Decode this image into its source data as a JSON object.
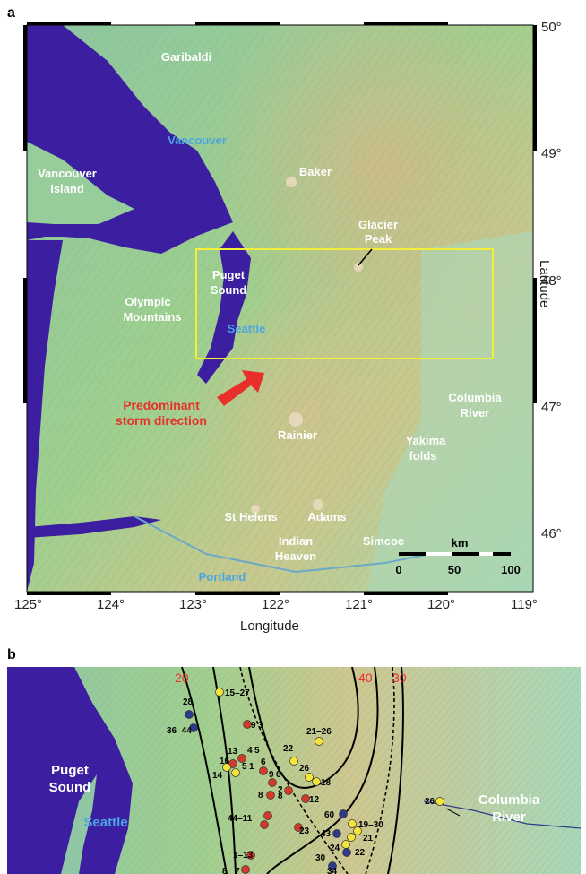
{
  "panel_a": {
    "letter": "a",
    "place_labels": {
      "garibaldi": "Garibaldi",
      "vancouver": "Vancouver",
      "vancouver_island_1": "Vancouver",
      "vancouver_island_2": "Island",
      "baker": "Baker",
      "glacier_peak_1": "Glacier",
      "glacier_peak_2": "Peak",
      "puget_sound_1": "Puget",
      "puget_sound_2": "Sound",
      "olympic_1": "Olympic",
      "olympic_2": "Mountains",
      "seattle": "Seattle",
      "storm_1": "Predominant",
      "storm_2": "storm direction",
      "columbia_1": "Columbia",
      "columbia_2": "River",
      "rainier": "Rainier",
      "yakima_1": "Yakima",
      "yakima_2": "folds",
      "st_helens": "St Helens",
      "adams": "Adams",
      "indian_heaven_1": "Indian",
      "indian_heaven_2": "Heaven",
      "simcoe": "Simcoe",
      "portland": "Portland"
    },
    "scale_bar": {
      "unit": "km",
      "ticks": [
        "0",
        "50",
        "100"
      ]
    },
    "longitude_ticks": [
      "125°",
      "124°",
      "123°",
      "122°",
      "121°",
      "120°",
      "119°"
    ],
    "latitude_ticks": [
      "50°",
      "49°",
      "48°",
      "47°",
      "46°"
    ],
    "xlabel": "Longitude",
    "ylabel": "Latitude",
    "colors": {
      "water": "#3c1ea0",
      "city": "#4aa6e0",
      "storm": "#e8302a",
      "box": "#f2ee3a",
      "land": "#8fc79a"
    }
  },
  "panel_b": {
    "letter": "b",
    "labels": {
      "puget_1": "Puget",
      "puget_2": "Sound",
      "seattle": "Seattle",
      "columbia_1": "Columbia",
      "columbia_2": "River"
    },
    "contour_labels": [
      "20",
      "40",
      "30"
    ],
    "sample_labels": [
      "15–27",
      "28",
      "36–44",
      "9",
      "3",
      "21–26",
      "13",
      "4",
      "5",
      "22",
      "6",
      "16",
      "14",
      "5",
      "1",
      "9",
      "6",
      "26",
      "18",
      "8",
      "2",
      "12",
      "8",
      "44–11",
      "60",
      "19–30",
      "43",
      "21",
      "23",
      "24",
      "22",
      "30",
      "34",
      "1–13",
      "8",
      "7",
      "26"
    ],
    "colors": {
      "red": "#d43a2a",
      "yellow": "#f5e53a",
      "blue": "#2e3a8a"
    }
  }
}
